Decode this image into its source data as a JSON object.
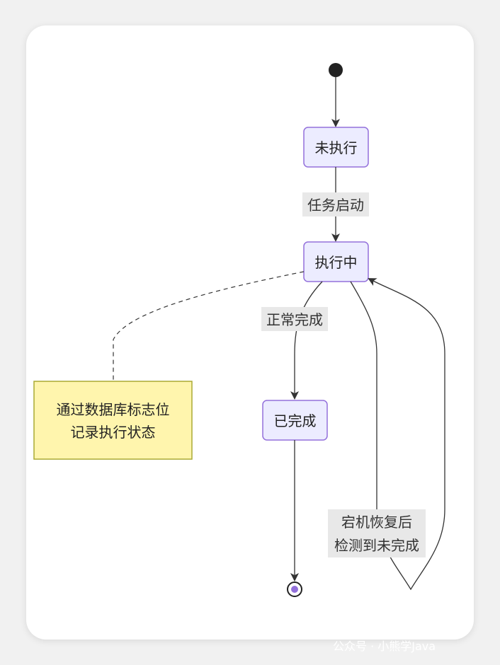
{
  "states": {
    "not_executed": "未执行",
    "executing": "执行中",
    "completed": "已完成"
  },
  "transitions": {
    "start_task": "任务启动",
    "normal_complete": "正常完成",
    "recovery_line1": "宕机恢复后",
    "recovery_line2": "检测到未完成"
  },
  "note": {
    "line1": "通过数据库标志位",
    "line2": "记录执行状态"
  },
  "watermark": "公众号 · 小熊学Java",
  "colors": {
    "state_fill": "#ececff",
    "state_stroke": "#9370db",
    "note_fill": "#fff5ad",
    "note_stroke": "#aaaa33",
    "edge": "#333333"
  }
}
